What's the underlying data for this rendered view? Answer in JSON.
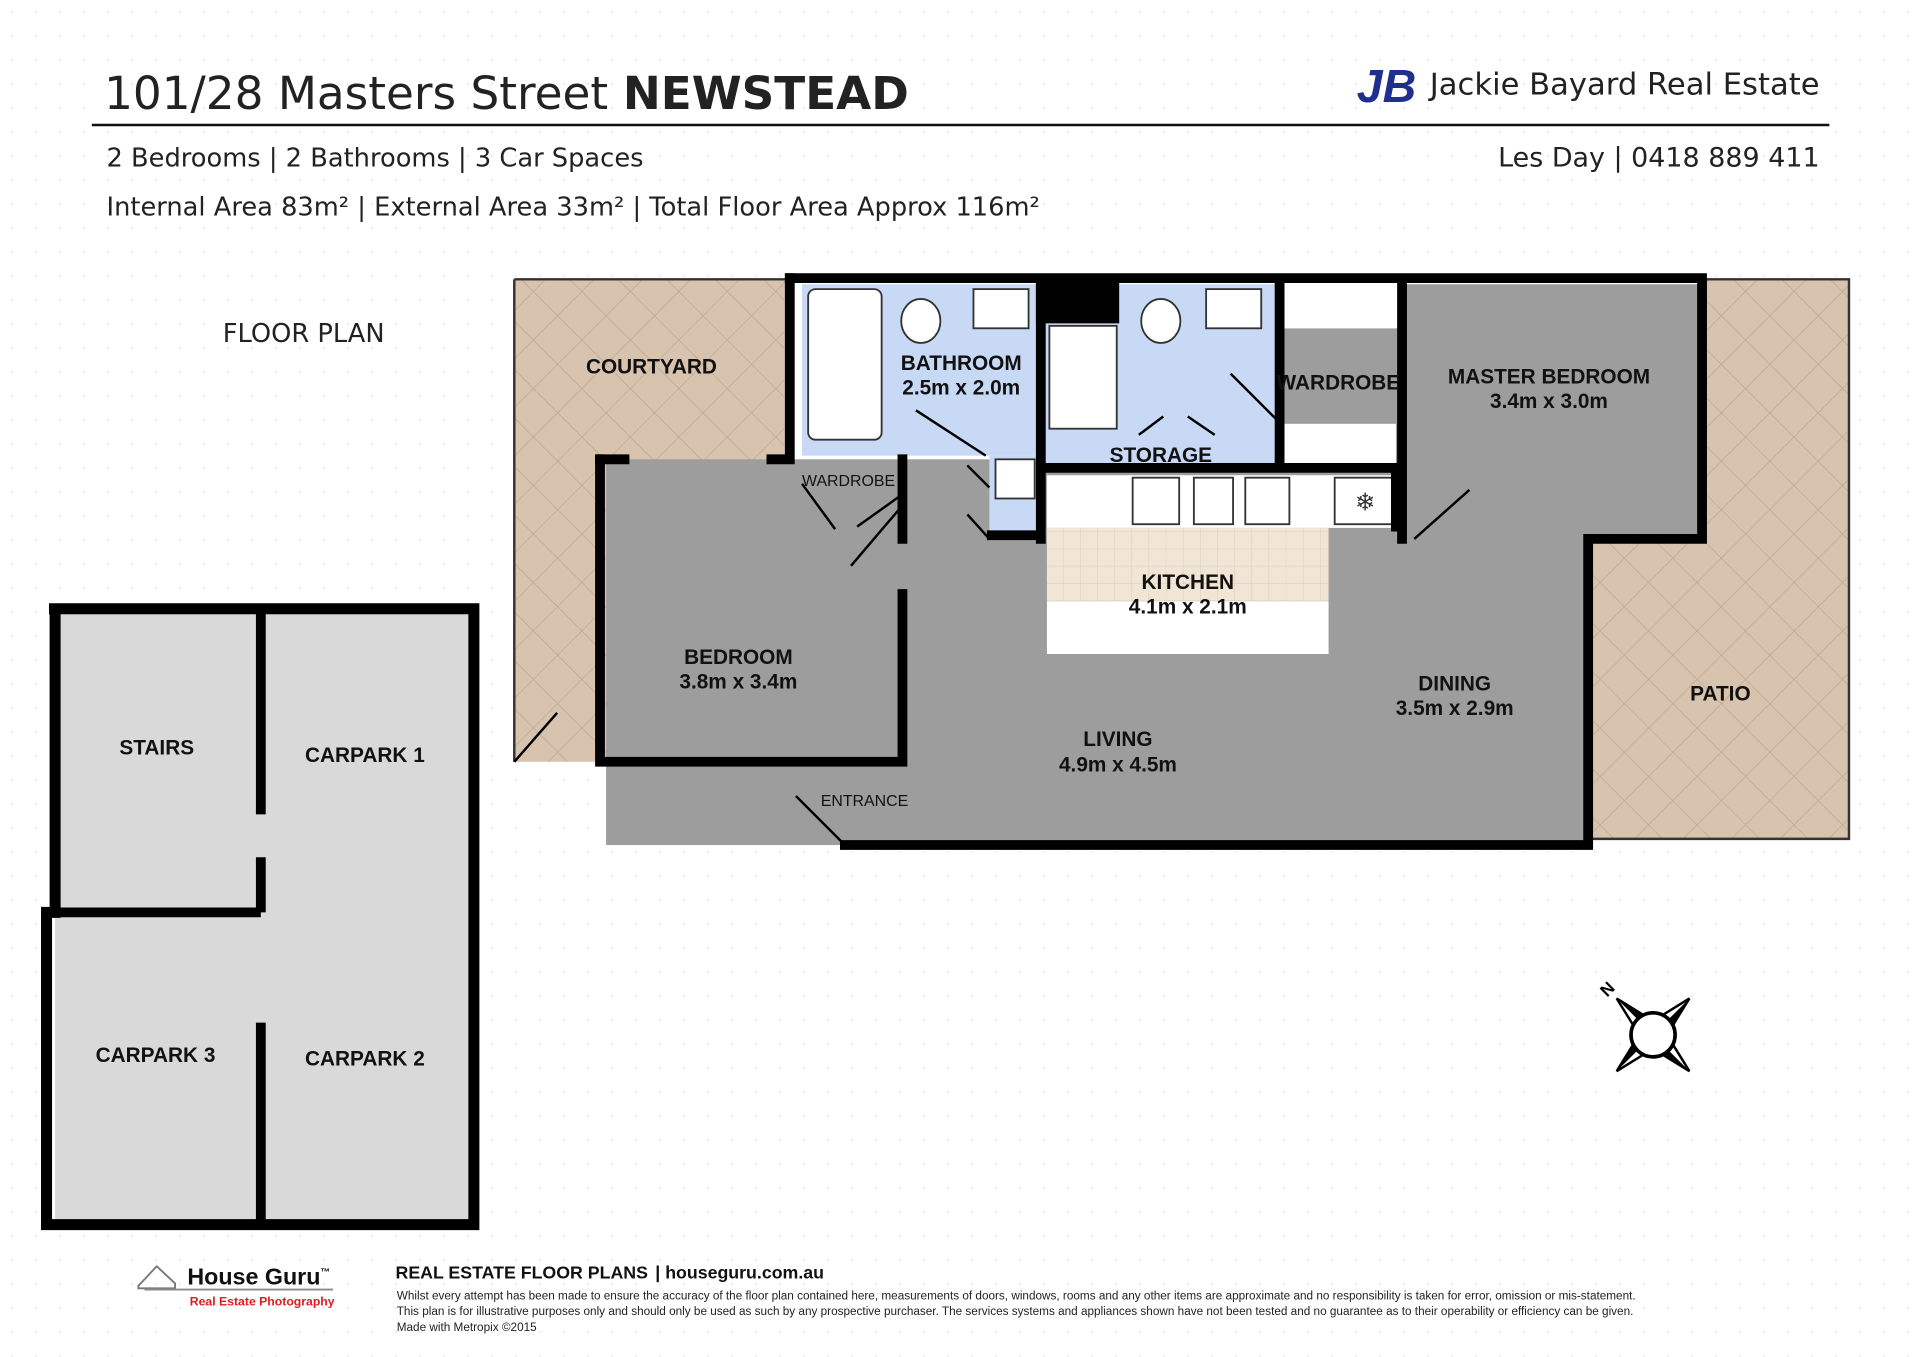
{
  "header": {
    "address": "101/28 Masters Street",
    "suburb": "NEWSTEAD",
    "agency_logo": "JB",
    "agency": "Jackie Bayard Real Estate",
    "summary": "2 Bedrooms | 2 Bathrooms | 3 Car Spaces",
    "areas": "Internal Area 83m² | External Area 33m² | Total Floor Area Approx 116m²",
    "agent": "Les Day | 0418 889 411"
  },
  "plan_label": "FLOOR PLAN",
  "rooms": {
    "courtyard": "COURTYARD",
    "bathroom": "BATHROOM",
    "bathroom_size": "2.5m x 2.0m",
    "storage": "STORAGE",
    "wardrobe_master": "WARDROBE",
    "master": "MASTER BEDROOM",
    "master_size": "3.4m x 3.0m",
    "wardrobe_bed": "WARDROBE",
    "kitchen": "KITCHEN",
    "kitchen_size": "4.1m x 2.1m",
    "bedroom": "BEDROOM",
    "bedroom_size": "3.8m x 3.4m",
    "dining": "DINING",
    "dining_size": "3.5m x 2.9m",
    "living": "LIVING",
    "living_size": "4.9m x 4.5m",
    "patio": "PATIO",
    "entrance": "ENTRANCE",
    "stairs": "STAIRS",
    "carpark1": "CARPARK 1",
    "carpark2": "CARPARK 2",
    "carpark3": "CARPARK 3"
  },
  "compass": {
    "north_label": "N"
  },
  "footer": {
    "logo": "House Guru",
    "logo_tm": "™",
    "logo_sub": "Real Estate Photography",
    "heading": "REAL ESTATE FLOOR PLANS",
    "site": "| houseguru.com.au",
    "disclaimer_1": "Whilst every attempt has been made to ensure the accuracy of the floor plan contained here, measurements of doors, windows, rooms and any other items are approximate and no responsibility is taken for error, omission or mis-statement.",
    "disclaimer_2": "This plan is for illustrative purposes only and should only be used as such by any prospective purchaser. The services systems and appliances shown have not been tested and no guarantee as to their operability or efficiency can be given.",
    "made_with": "Made with Metropix ©2015"
  },
  "colors": {
    "floor": "#9d9d9d",
    "wet": "#c8d9f6",
    "outdoor": "#d8c3ae",
    "carpark": "#d9d9d9",
    "brand": "#1e2f8f",
    "footer_red": "#e11b22"
  }
}
